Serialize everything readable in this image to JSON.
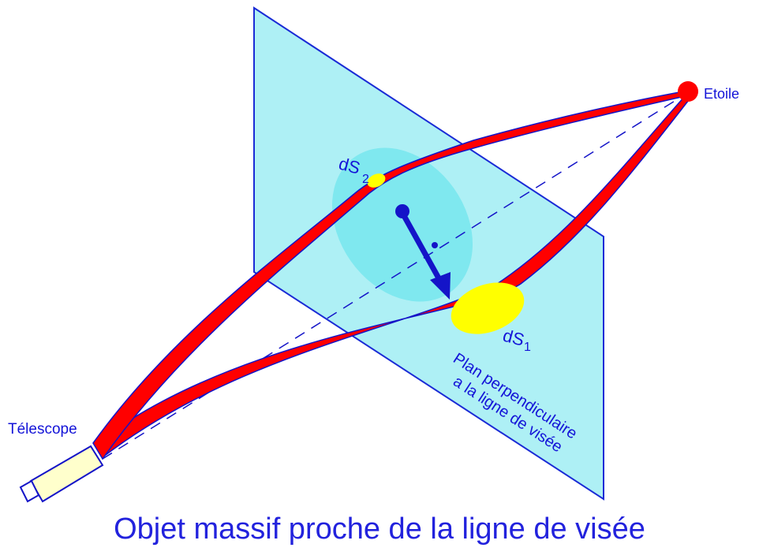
{
  "diagram": {
    "caption": "Objet massif proche de la ligne de visée",
    "labels": {
      "star": "Etoile",
      "telescope": "Télescope",
      "ds2": "dS",
      "ds2_sub": "2",
      "ds1": "dS",
      "ds1_sub": "1",
      "plane_line1": "Plan perpendiculaire",
      "plane_line2": "a la ligne de visée"
    },
    "colors": {
      "plane": "#aef0f5",
      "plane_edge": "#1a2bd6",
      "lens_region": "#7fe8ef",
      "light_path": "#ff0000",
      "path_edge": "#1414c8",
      "surface_patch": "#ffff00",
      "star": "#ff0000",
      "telescope_body": "#ffffcc",
      "arrow": "#1414c8"
    },
    "icons": {
      "star": "star-dot",
      "telescope": "telescope-icon",
      "deflection_arrow": "arrow-icon"
    }
  }
}
